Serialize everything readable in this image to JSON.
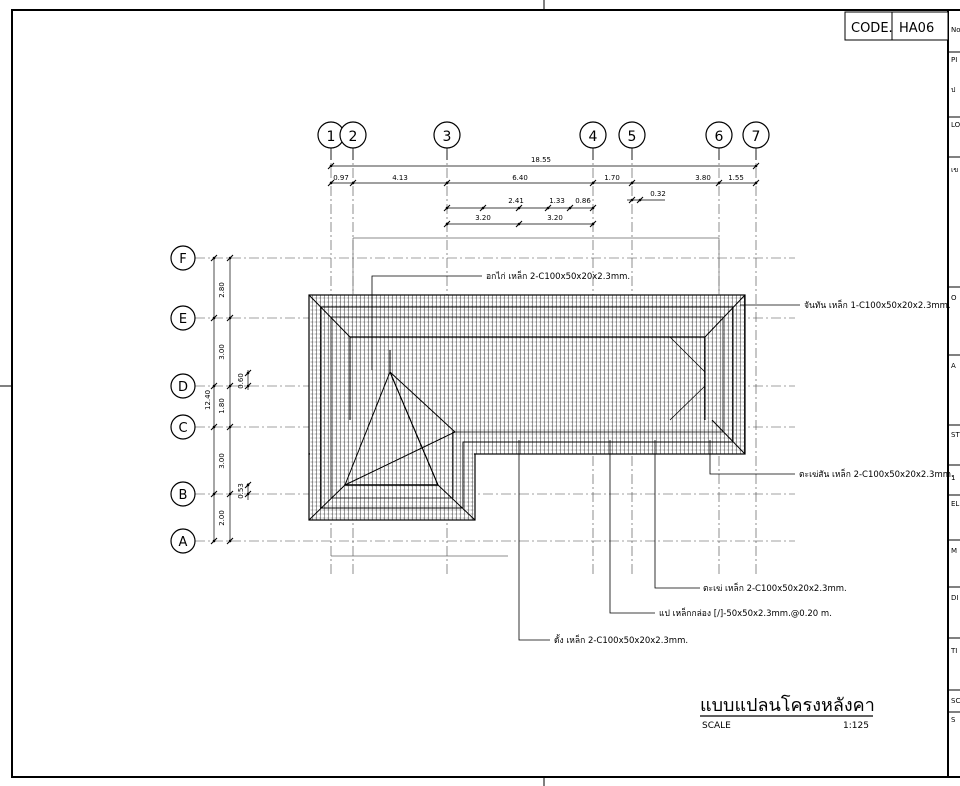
{
  "code_label": "CODE.",
  "code_value": "HA06",
  "title_block_labels": [
    "No",
    "PI",
    "ป",
    "LO",
    "เข",
    "O",
    "A",
    "ST",
    "1",
    "EL",
    "M",
    "DI",
    "TI",
    "SC",
    "S"
  ],
  "grid_cols": [
    "1",
    "2",
    "3",
    "4",
    "5",
    "6",
    "7"
  ],
  "grid_rows": [
    "F",
    "E",
    "D",
    "C",
    "B",
    "A"
  ],
  "dims_top_total": "18.55",
  "dims_top_row": [
    "0.97",
    "4.13",
    "6.40",
    "1.70",
    "3.80",
    "1.55"
  ],
  "dims_mid_row": [
    "2.41",
    "1.33",
    "0.86"
  ],
  "dims_small": "0.32",
  "dims_low_row": [
    "3.20",
    "3.20"
  ],
  "dims_left": [
    "2.80",
    "3.00",
    "1.80",
    "3.00",
    "2.00"
  ],
  "dims_left_total": "12.40",
  "dims_left_small": [
    "0.60",
    "0.53"
  ],
  "notes": {
    "ridge": "อกไก่ เหล็ก 2-C100x50x20x2.3mm.",
    "strut": "จันทัน เหล็ก 1-C100x50x20x2.3mm.",
    "eave": "ตะเฆ่สัน เหล็ก 2-C100x50x20x2.3mm.",
    "purlin": "ตะเฆ่ เหล็ก 2-C100x50x20x2.3mm.",
    "batten": "แป เหล็กกล่อง [/]-50x50x2.3mm.@0.20 m.",
    "tie": "ดั้ง เหล็ก 2-C100x50x20x2.3mm."
  },
  "drawing_title": "แบบแปลนโครงหลังคา",
  "scale_label": "SCALE",
  "scale_value": "1:125"
}
